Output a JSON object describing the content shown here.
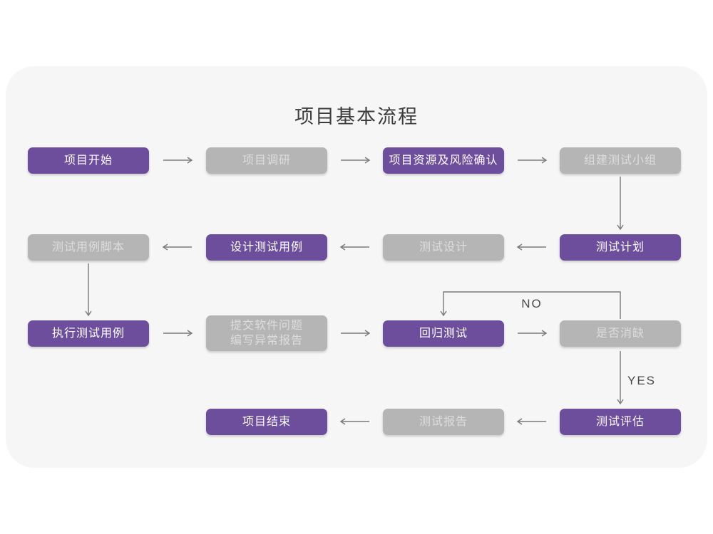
{
  "title": "项目基本流程",
  "colors": {
    "page_background": "#FFFFFF",
    "card_background": "#F6F6F7",
    "node_purple": "#6C4E9C",
    "node_gray": "#B5B5B5",
    "node_text_purple": "#FFFFFF",
    "node_text_gray": "#DDDDDD",
    "arrow": "#7A7A7A",
    "edge_label_text": "#4A4A4A",
    "title_text": "#3C3C3C"
  },
  "nodes": [
    {
      "id": "project-start",
      "label": "项目开始",
      "variant": "purple"
    },
    {
      "id": "project-research",
      "label": "项目调研",
      "variant": "gray"
    },
    {
      "id": "resources-risk-confirm",
      "label": "项目资源及风险确认",
      "variant": "purple"
    },
    {
      "id": "build-test-team",
      "label": "组建测试小组",
      "variant": "gray"
    },
    {
      "id": "test-case-script",
      "label": "测试用例脚本",
      "variant": "gray"
    },
    {
      "id": "design-test-cases",
      "label": "设计测试用例",
      "variant": "purple"
    },
    {
      "id": "test-design",
      "label": "测试设计",
      "variant": "gray"
    },
    {
      "id": "test-plan",
      "label": "测试计划",
      "variant": "purple"
    },
    {
      "id": "execute-test-cases",
      "label": "执行测试用例",
      "variant": "purple"
    },
    {
      "id": "submit-issue-report",
      "label": "提交软件问题\n编写异常报告",
      "variant": "gray"
    },
    {
      "id": "regression-test",
      "label": "回归测试",
      "variant": "purple"
    },
    {
      "id": "defect-cleared",
      "label": "是否消缺",
      "variant": "gray"
    },
    {
      "id": "project-end",
      "label": "项目结束",
      "variant": "purple"
    },
    {
      "id": "test-report",
      "label": "测试报告",
      "variant": "gray"
    },
    {
      "id": "test-evaluation",
      "label": "测试评估",
      "variant": "purple"
    }
  ],
  "edge_labels": {
    "no": "NO",
    "yes": "YES"
  },
  "edges": [
    {
      "from": "project-start",
      "to": "project-research"
    },
    {
      "from": "project-research",
      "to": "resources-risk-confirm"
    },
    {
      "from": "resources-risk-confirm",
      "to": "build-test-team"
    },
    {
      "from": "build-test-team",
      "to": "test-plan"
    },
    {
      "from": "test-plan",
      "to": "test-design"
    },
    {
      "from": "test-design",
      "to": "design-test-cases"
    },
    {
      "from": "design-test-cases",
      "to": "test-case-script"
    },
    {
      "from": "test-case-script",
      "to": "execute-test-cases"
    },
    {
      "from": "execute-test-cases",
      "to": "submit-issue-report"
    },
    {
      "from": "submit-issue-report",
      "to": "regression-test"
    },
    {
      "from": "regression-test",
      "to": "defect-cleared"
    },
    {
      "from": "defect-cleared",
      "to": "regression-test",
      "label": "NO"
    },
    {
      "from": "defect-cleared",
      "to": "test-evaluation",
      "label": "YES"
    },
    {
      "from": "test-evaluation",
      "to": "test-report"
    },
    {
      "from": "test-report",
      "to": "project-end"
    }
  ]
}
